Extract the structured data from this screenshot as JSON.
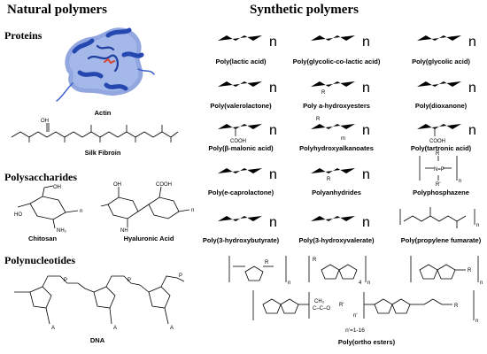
{
  "natural": {
    "heading": "Natural polymers",
    "proteins": {
      "heading": "Proteins",
      "items": [
        "Actin",
        "Silk Fibroin"
      ]
    },
    "polysaccharides": {
      "heading": "Polysaccharides",
      "items": [
        "Chitosan",
        "Hyaluronic Acid"
      ]
    },
    "polynucleotides": {
      "heading": "Polynucleotides",
      "items": [
        "DNA"
      ]
    }
  },
  "synthetic": {
    "heading": "Synthetic polymers",
    "items": [
      "Poly(lactic acid)",
      "Poly(glycolic-co-lactic acid)",
      "Poly(glycolic acid)",
      "Poly(valerolactone)",
      "Poly a-hydroxyesters",
      "Poly(dioxanone)",
      "Poly(β-malonic acid)",
      "Polyhydroxyalkanoates",
      "Poly(tartronic acid)",
      "Poly(e-caprolactone)",
      "Polyanhydrides",
      "Polyphosphazene",
      "Poly(3-hydroxybutyrate)",
      "Poly(3-hydroxyvalerate)",
      "Poly(propylene fumarate)",
      "Poly(ortho esters)"
    ],
    "ortho_note": "n'=1-16"
  },
  "colors": {
    "protein_ribbon": "#3a5fc8",
    "protein_helix": "#2548b0",
    "ligand": "#d9432c"
  }
}
